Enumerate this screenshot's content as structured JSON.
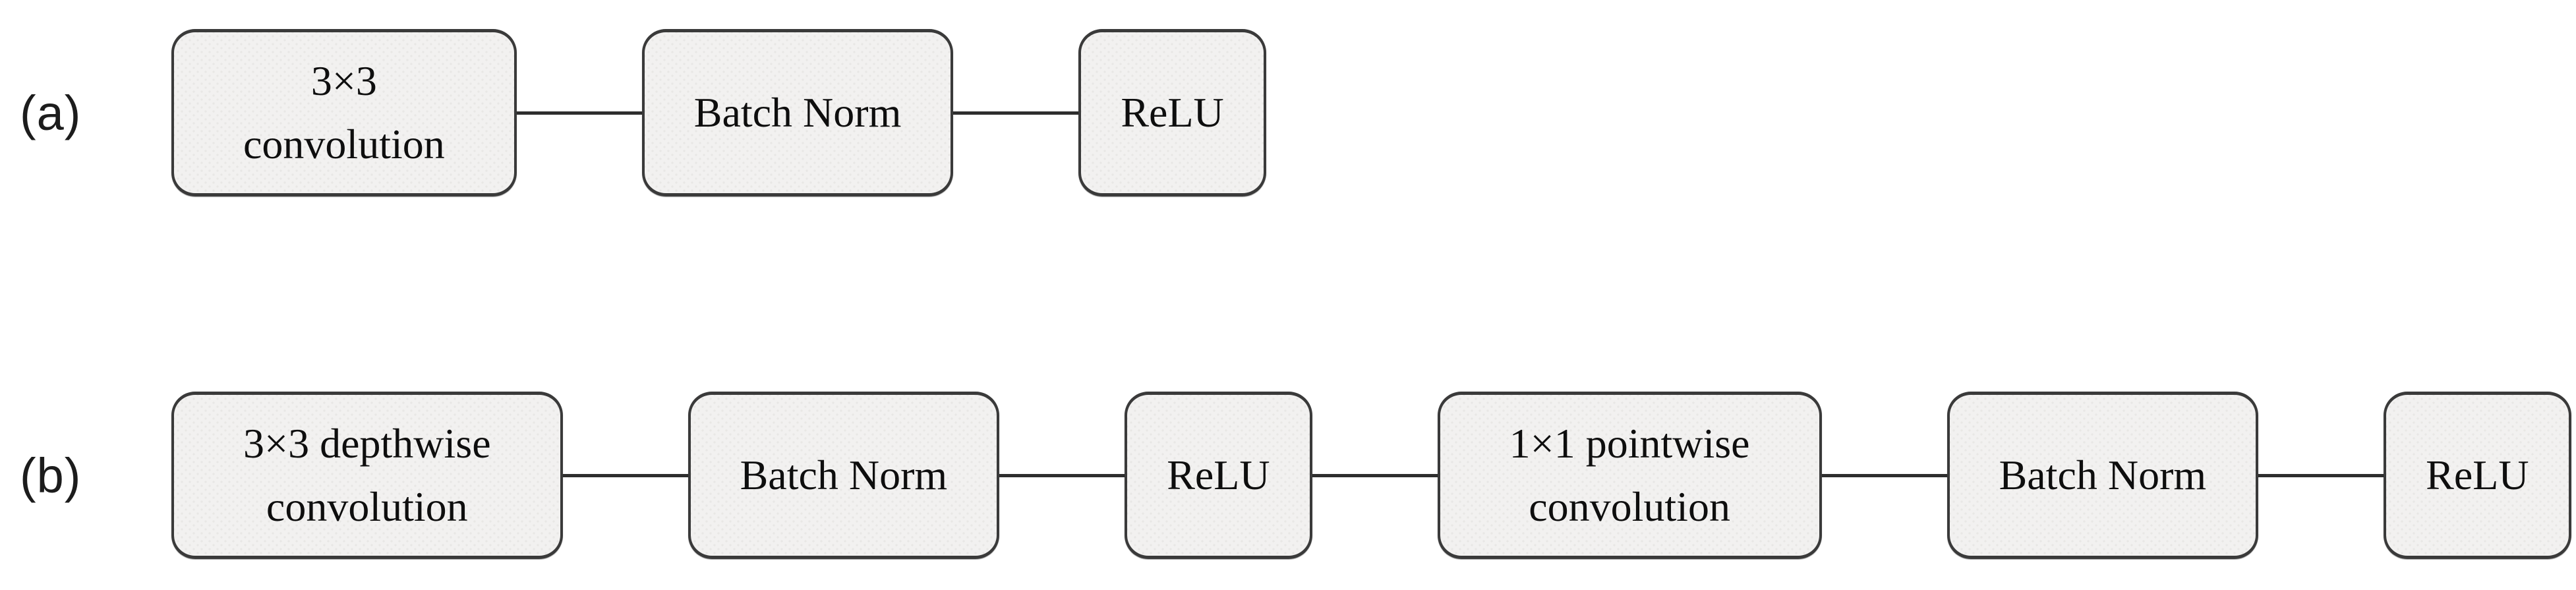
{
  "figure": {
    "background_color": "#ffffff",
    "node_fill_color": "#f2f1f0",
    "node_border_color": "#3a3a3a",
    "connector_color": "#2e2e2e",
    "text_color": "#0e0e0e",
    "rows": [
      {
        "label": "(a)",
        "nodes": [
          {
            "kind": "conv",
            "lines": [
              "3×3",
              "convolution"
            ]
          },
          {
            "kind": "bn",
            "lines": [
              "Batch Norm"
            ]
          },
          {
            "kind": "relu",
            "lines": [
              "ReLU"
            ]
          }
        ]
      },
      {
        "label": "(b)",
        "nodes": [
          {
            "kind": "conv",
            "lines": [
              "3×3 depthwise",
              "convolution"
            ]
          },
          {
            "kind": "bn",
            "lines": [
              "Batch Norm"
            ]
          },
          {
            "kind": "relu",
            "lines": [
              "ReLU"
            ]
          },
          {
            "kind": "conv",
            "lines": [
              "1×1 pointwise",
              "convolution"
            ]
          },
          {
            "kind": "bn",
            "lines": [
              "Batch Norm"
            ]
          },
          {
            "kind": "relu",
            "lines": [
              "ReLU"
            ]
          }
        ]
      }
    ]
  }
}
